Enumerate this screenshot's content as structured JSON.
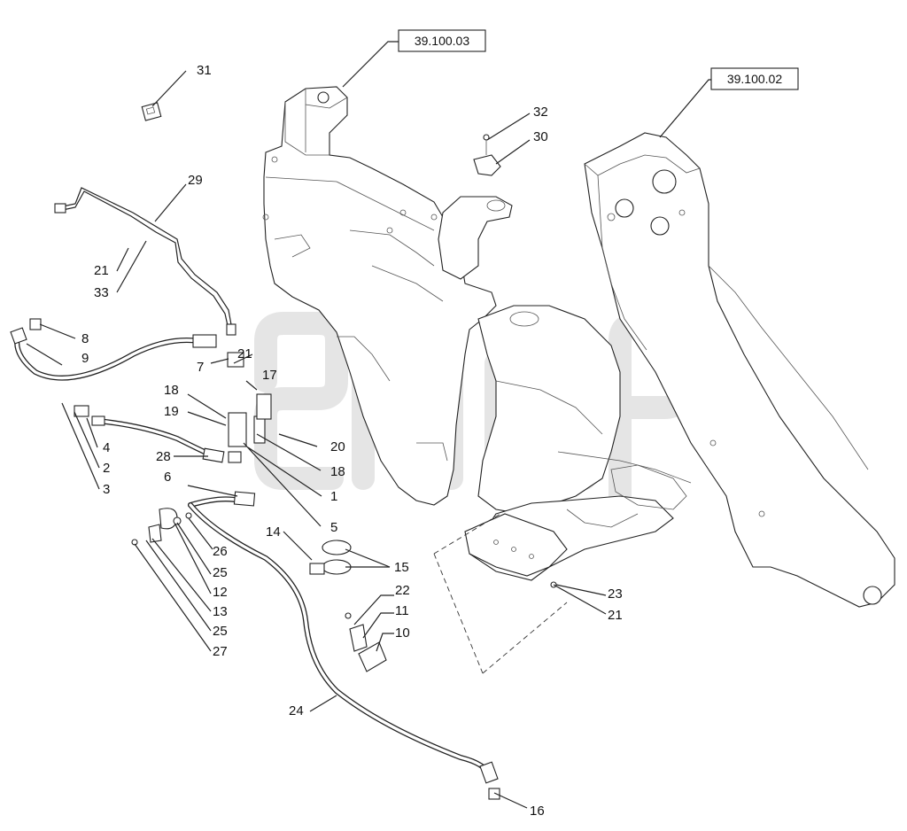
{
  "references": [
    "39.100.03",
    "39.100.02"
  ],
  "watermark": "TM",
  "callouts": [
    "31",
    "29",
    "21",
    "33",
    "8",
    "9",
    "7",
    "21",
    "17",
    "18",
    "19",
    "4",
    "2",
    "3",
    "28",
    "20",
    "18",
    "1",
    "6",
    "5",
    "14",
    "15",
    "26",
    "25",
    "12",
    "13",
    "25",
    "27",
    "22",
    "11",
    "10",
    "32",
    "30",
    "23",
    "21",
    "24",
    "16"
  ]
}
